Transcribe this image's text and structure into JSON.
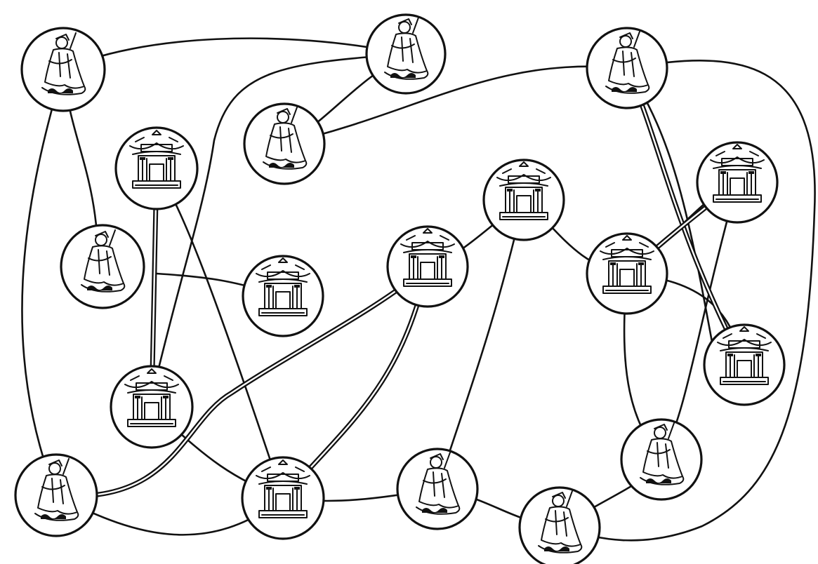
{
  "board": {
    "nodes": [
      {
        "id": "sage-1",
        "kind": "sage"
      },
      {
        "id": "sage-2",
        "kind": "sage"
      },
      {
        "id": "sage-3",
        "kind": "sage"
      },
      {
        "id": "sage-4",
        "kind": "sage"
      },
      {
        "id": "sage-5",
        "kind": "sage"
      },
      {
        "id": "sage-6",
        "kind": "sage"
      },
      {
        "id": "sage-7",
        "kind": "sage"
      },
      {
        "id": "sage-8",
        "kind": "sage"
      },
      {
        "id": "sage-9",
        "kind": "sage"
      },
      {
        "id": "temple-1",
        "kind": "temple"
      },
      {
        "id": "temple-2",
        "kind": "temple"
      },
      {
        "id": "temple-3",
        "kind": "temple"
      },
      {
        "id": "temple-4",
        "kind": "temple"
      },
      {
        "id": "temple-5",
        "kind": "temple"
      },
      {
        "id": "temple-6",
        "kind": "temple"
      },
      {
        "id": "temple-7",
        "kind": "temple"
      },
      {
        "id": "temple-8",
        "kind": "temple"
      },
      {
        "id": "temple-9",
        "kind": "temple"
      }
    ],
    "icons": {
      "sage": "sage-figure-icon",
      "temple": "pagoda-temple-icon"
    },
    "colors": {
      "ink": "#111111",
      "paper": "#ffffff"
    }
  }
}
